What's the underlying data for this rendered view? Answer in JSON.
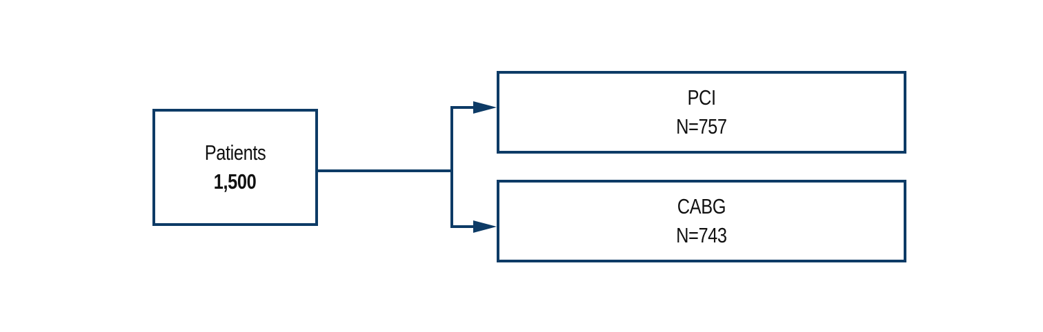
{
  "diagram": {
    "source": {
      "label": "Patients",
      "count": "1,500"
    },
    "branches": [
      {
        "label": "PCI",
        "count": "N=757"
      },
      {
        "label": "CABG",
        "count": "N=743"
      }
    ],
    "colors": {
      "stroke": "#0d3b66",
      "text": "#111111",
      "background": "#ffffff"
    }
  }
}
